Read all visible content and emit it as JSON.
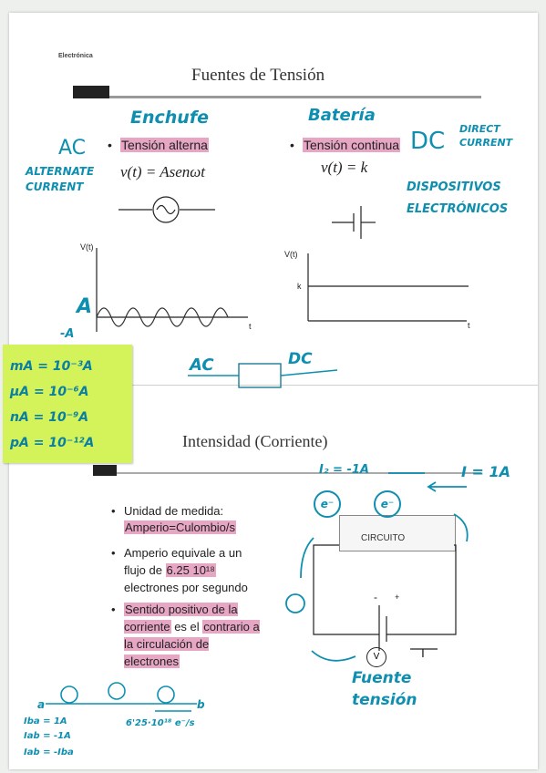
{
  "header": {
    "tag": "Electrónica",
    "title": "Fuentes de Tensión"
  },
  "left_source": {
    "heading": "Enchufe",
    "code": "AC",
    "code_meaning": "ALTERNATE\nCURRENT",
    "bullet": "Tensión alterna",
    "formula": "v(t) = Asenωt",
    "y_axis": "V(t)",
    "x_axis": "t",
    "amp_top": "A",
    "amp_bottom": "-A"
  },
  "right_source": {
    "heading": "Batería",
    "code": "DC",
    "code_meaning": "DIRECT\nCURRENT",
    "bullet": "Tensión continua",
    "formula": "v(t) = k",
    "y_axis": "V(t)",
    "x_axis": "t",
    "level": "k",
    "note": "DISPOSITIVOS\nELECTRÓNICOS"
  },
  "converter": {
    "in": "AC",
    "out": "DC"
  },
  "sticky_note": {
    "lines": [
      "mA = 10⁻³A",
      "µA = 10⁻⁶A",
      "nA = 10⁻⁹A",
      "pA = 10⁻¹²A"
    ]
  },
  "section2": {
    "title": "Intensidad (Corriente)"
  },
  "bullets": [
    {
      "text": "Unidad de medida:",
      "highlight": "Amperio=Culombio/s"
    },
    {
      "pre": "Amperio equivale a un\nflujo de ",
      "highlight": "6.25 10¹⁸",
      "post": "\nelectrones por segundo"
    },
    {
      "h1": "Sentido positivo de la\ncorriente",
      "mid": " es el ",
      "h2": "contrario a\nla circulación de\nelectrones"
    }
  ],
  "circuit": {
    "label": "CIRCUITO",
    "plus": "+",
    "minus": "-",
    "voltmeter": "V",
    "current_left": "I₂ = -1A",
    "current_right": "I = 1A",
    "electron": "e⁻",
    "current_marker": "I",
    "source_note": "Fuente\ntensión"
  },
  "bottom": {
    "point_a": "a",
    "point_b": "b",
    "flow": "6'25·10¹⁸ e⁻/s",
    "eqs": [
      "Iba = 1A",
      "Iab = -1A",
      "Iab = -Iba"
    ]
  }
}
